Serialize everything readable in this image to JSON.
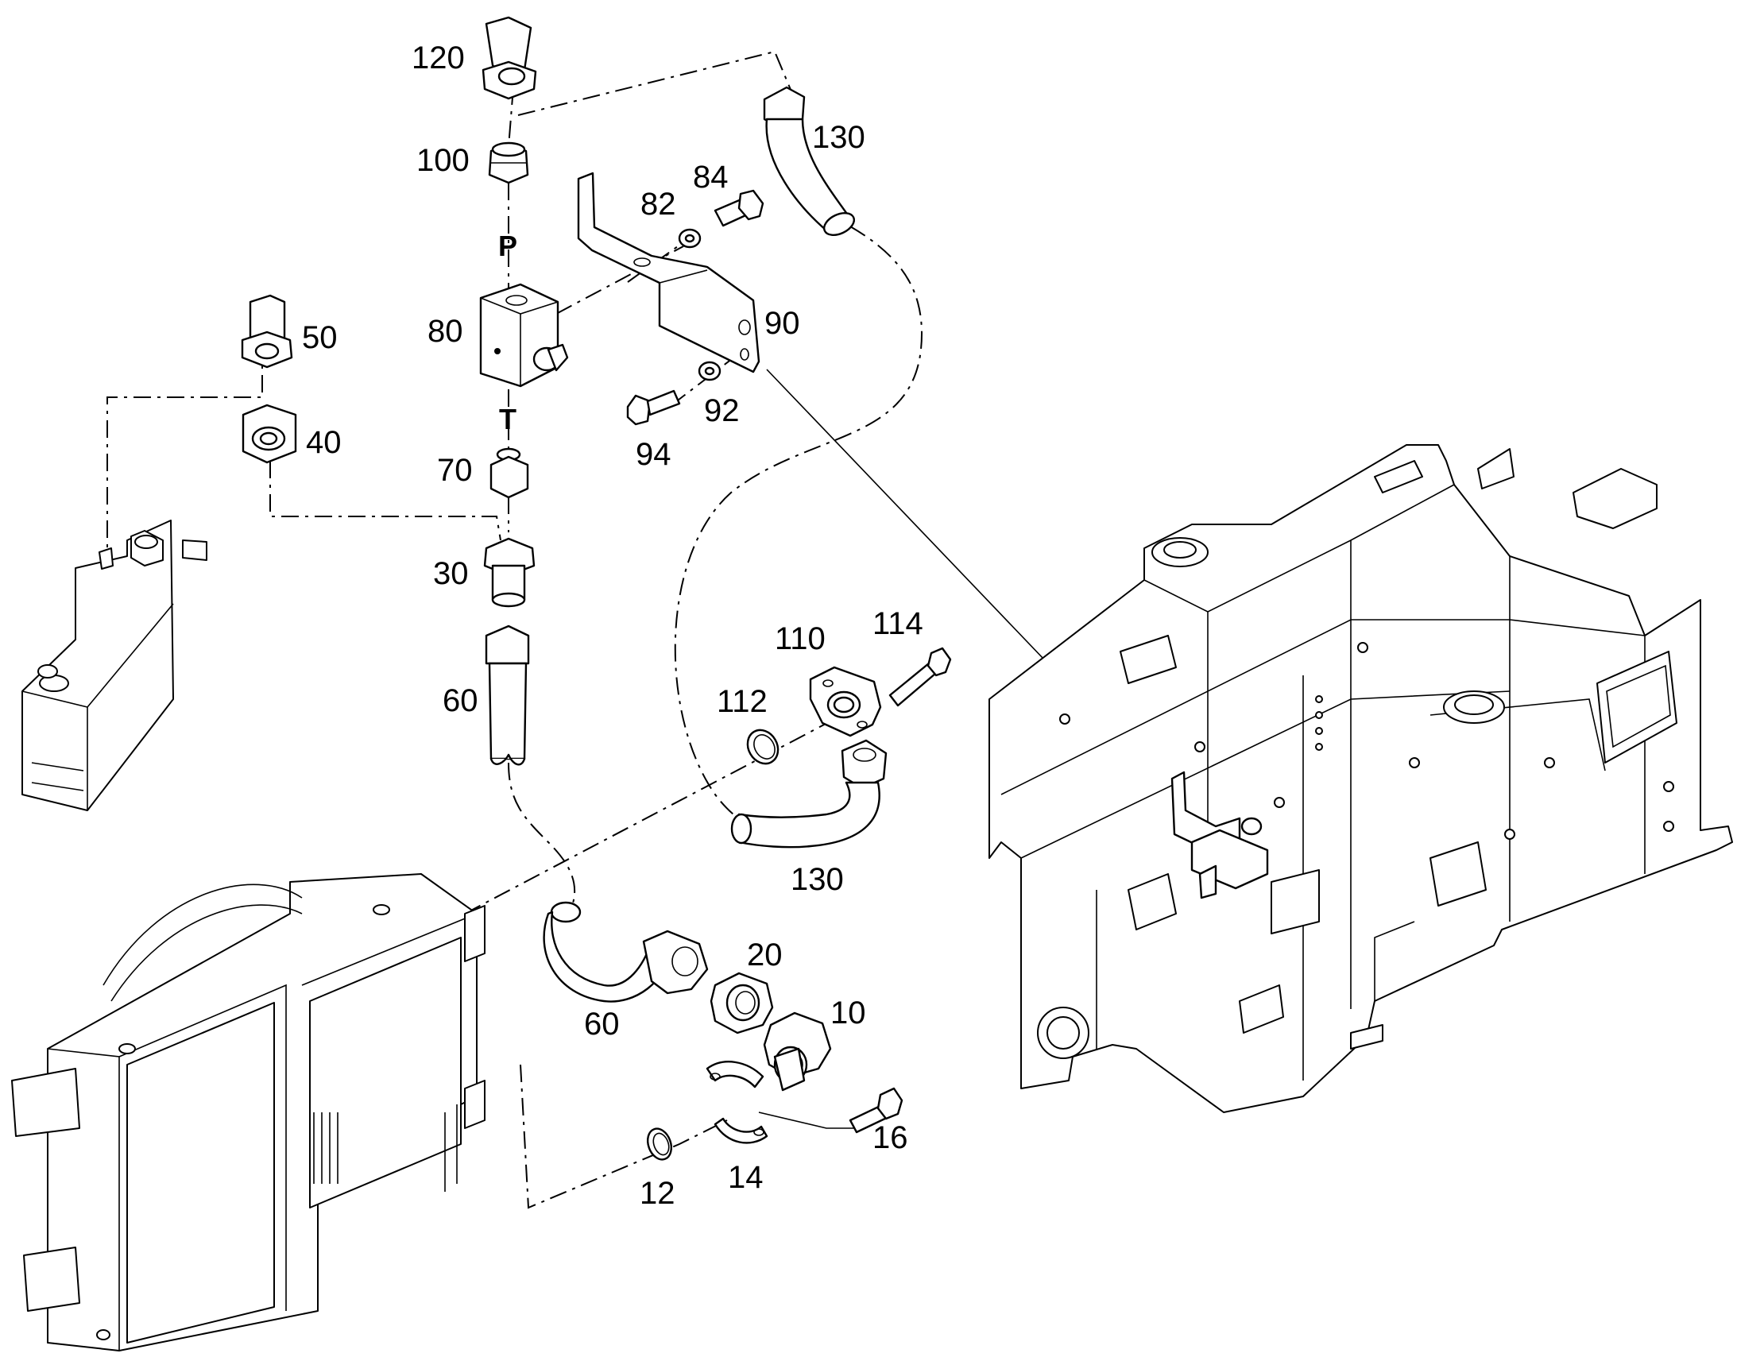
{
  "labels": {
    "l120": "120",
    "l130a": "130",
    "l100": "100",
    "l84": "84",
    "l82": "82",
    "lP": "P",
    "l50": "50",
    "l80": "80",
    "l90": "90",
    "l40": "40",
    "l92": "92",
    "lT": "T",
    "l94": "94",
    "l70": "70",
    "l30": "30",
    "l114": "114",
    "l110": "110",
    "l112": "112",
    "l60a": "60",
    "l130b": "130",
    "l20": "20",
    "l10": "10",
    "l60b": "60",
    "l16": "16",
    "l14": "14",
    "l12": "12"
  }
}
